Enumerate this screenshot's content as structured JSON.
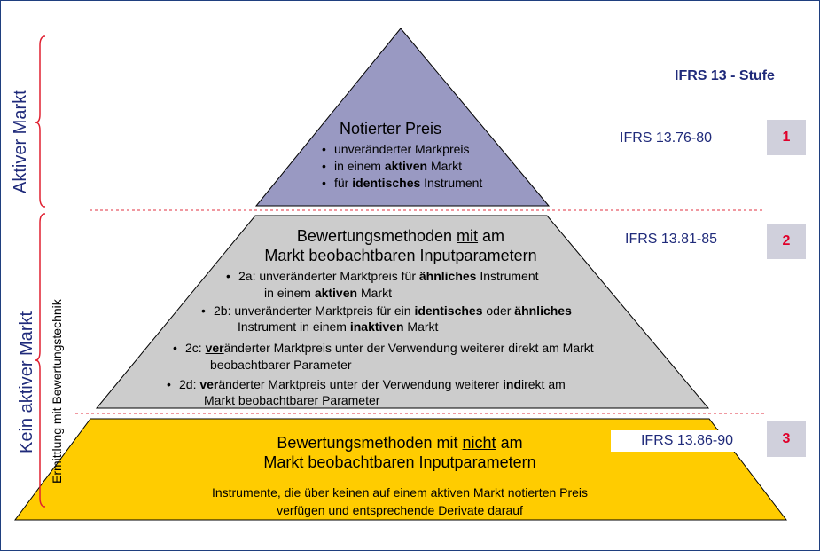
{
  "header": {
    "stufe_title": "IFRS 13 - Stufe"
  },
  "side_labels": {
    "active_market": "Aktiver Markt",
    "no_active_market": "Kein aktiver Markt",
    "valuation_technique": "Ermittlung mit Bewertungstechnik"
  },
  "level1": {
    "title": "Notierter Preis",
    "bullet1": "unveränderter  Markpreis",
    "bullet2_a": "in einem ",
    "bullet2_b": "aktiven",
    "bullet2_c": " Markt",
    "bullet3_a": "für ",
    "bullet3_b": "identisches",
    "bullet3_c": " Instrument",
    "reference": "IFRS 13.76-80",
    "badge": "1"
  },
  "level2": {
    "title_a": "Bewertungsmethoden ",
    "title_b": "mit",
    "title_c": " am",
    "title_line2": "Markt beobachtbaren  Inputparametern",
    "b2a_1": "2a: unveränderter  Marktpreis für ",
    "b2a_2": "ähnliches",
    "b2a_3": " Instrument",
    "b2a_l2a": "in einem ",
    "b2a_l2b": "aktiven",
    "b2a_l2c": " Markt",
    "b2b_1": "2b: unveränderter  Marktpreis für ein ",
    "b2b_2": "identisches",
    "b2b_3": " oder ",
    "b2b_4": "ähnliches",
    "b2b_l2a": "Instrument   in einem ",
    "b2b_l2b": "inaktiven",
    "b2b_l2c": " Markt",
    "b2c_1": "2c: ",
    "b2c_2": "ver",
    "b2c_3": "änderter Marktpreis unter der Verwendung weiterer direkt am Markt",
    "b2c_l2": "beobachtbarer Parameter",
    "b2d_1": "2d: ",
    "b2d_2": "ver",
    "b2d_3": "änderter Marktpreis unter der Verwendung weiterer ",
    "b2d_4": "ind",
    "b2d_5": "irekt am",
    "b2d_l2": "Markt beobachtbarer Parameter",
    "reference": "IFRS 13.81-85",
    "badge": "2"
  },
  "level3": {
    "title_a": "Bewertungsmethoden  mit ",
    "title_b": "nicht",
    "title_c": " am",
    "title_line2": "Markt beobachtbaren  Inputparametern",
    "desc_line1": "Instrumente,  die  über  keinen  auf  einem  aktiven  Markt  notierten  Preis",
    "desc_line2": "verfügen  und  entsprechende  Derivate  darauf",
    "reference": "IFRS 13.86-90",
    "badge": "3"
  },
  "colors": {
    "level1_fill": "#9999c2",
    "level2_fill": "#cccccc",
    "level3_fill": "#ffcc00",
    "dashed_line": "#e03040",
    "brace": "#e02030",
    "label_blue": "#1f2a7a",
    "badge_fill": "#d0d0dc",
    "badge_text": "#e0002a"
  }
}
